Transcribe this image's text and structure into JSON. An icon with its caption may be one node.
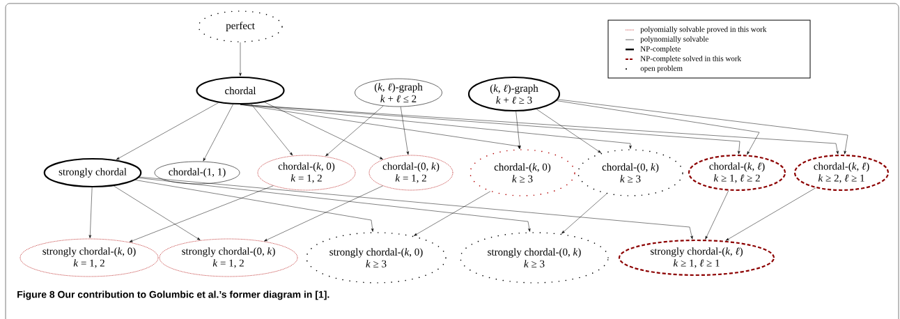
{
  "diagram": {
    "caption": "**Figure 8** Our contribution to Golumbic et al.’s former diagram in [1].",
    "nodes": [
      {
        "text": [
          "perfect"
        ]
      },
      {
        "text": [
          "chordal"
        ]
      },
      {
        "text": [
          "(*k*, *ℓ*)-graph",
          "*k* + *ℓ* ≤ 2"
        ]
      },
      {
        "text": [
          "(*k*, *ℓ*)-graph",
          "*k* + *ℓ* ≥ 3"
        ]
      },
      {
        "text": [
          "strongly chordal"
        ]
      },
      {
        "text": [
          "chordal-(1, 1)"
        ]
      },
      {
        "text": [
          "chordal-(*k*, 0)",
          "*k* = 1, 2"
        ]
      },
      {
        "text": [
          "chordal-(0, *k*)",
          "*k* = 1, 2"
        ]
      },
      {
        "text": [
          "chordal-(*k*, 0)",
          "*k* ≥ 3"
        ]
      },
      {
        "text": [
          "chordal-(0, *k*)",
          "*k* ≥ 3"
        ]
      },
      {
        "text": [
          "chordal-(*k*, *ℓ*)",
          "*k* ≥ 1,  *ℓ* ≥ 2"
        ]
      },
      {
        "text": [
          "chordal-(*k*, *ℓ*)",
          "*k* ≥ 2,  *ℓ* ≥ 1"
        ]
      },
      {
        "text": [
          "strongly chordal-(*k*, 0)",
          "*k* = 1, 2"
        ]
      },
      {
        "text": [
          "strongly chordal-(0, *k*)",
          "*k* = 1, 2"
        ]
      },
      {
        "text": [
          "strongly chordal-(*k*, 0)",
          "*k* ≥ 3"
        ]
      },
      {
        "text": [
          "strongly chordal-(0, *k*)",
          "*k* ≥ 3"
        ]
      },
      {
        "text": [
          "strongly chordal-(*k*, *ℓ*)",
          "*k* ≥ 1,  *ℓ* ≥ 1"
        ]
      }
    ],
    "edges": [
      {
        "from": 0,
        "to": 1,
        "arrow": "to"
      },
      {
        "from": 1,
        "to": 4,
        "arrow": "to"
      },
      {
        "from": 1,
        "to": 5,
        "arrow": "to"
      },
      {
        "from": 1,
        "to": 6,
        "arrow": "to"
      },
      {
        "from": 1,
        "to": 7,
        "arrow": "to"
      },
      {
        "from": 1,
        "to": 8,
        "arrow": "to"
      },
      {
        "from": 1,
        "to": 9,
        "arrow": "to"
      },
      {
        "from": 1,
        "to": 10,
        "arrow": "to"
      },
      {
        "from": 1,
        "to": 11,
        "arrow": "to"
      },
      {
        "from": 2,
        "to": 6,
        "arrow": "to"
      },
      {
        "from": 2,
        "to": 7,
        "arrow": "to"
      },
      {
        "from": 3,
        "to": 8,
        "arrow": "to"
      },
      {
        "from": 3,
        "to": 9,
        "arrow": "to"
      },
      {
        "from": 3,
        "to": 10,
        "arrow": "to"
      },
      {
        "from": 3,
        "to": 11,
        "arrow": "to"
      },
      {
        "from": 4,
        "to": 12,
        "arrow": "to"
      },
      {
        "from": 4,
        "to": 13,
        "arrow": "to"
      },
      {
        "from": 4,
        "to": 14,
        "arrow": "to"
      },
      {
        "from": 4,
        "to": 15,
        "arrow": "to"
      },
      {
        "from": 4,
        "to": 16,
        "arrow": "to"
      },
      {
        "from": 6,
        "to": 12,
        "arrow": "to"
      },
      {
        "from": 7,
        "to": 13,
        "arrow": "to"
      },
      {
        "from": 8,
        "to": 14,
        "arrow": "to"
      },
      {
        "from": 9,
        "to": 15,
        "arrow": "to"
      },
      {
        "from": 10,
        "to": 16,
        "arrow": "to"
      },
      {
        "from": 11,
        "to": 16,
        "arrow": "to"
      }
    ],
    "legend": [
      {
        "text": "polyomially solvable proved in this work"
      },
      {
        "text": "polynomially solvable"
      },
      {
        "text": "NP-complete"
      },
      {
        "text": "NP-complete solved in this work"
      },
      {
        "text": "open problem"
      }
    ]
  }
}
